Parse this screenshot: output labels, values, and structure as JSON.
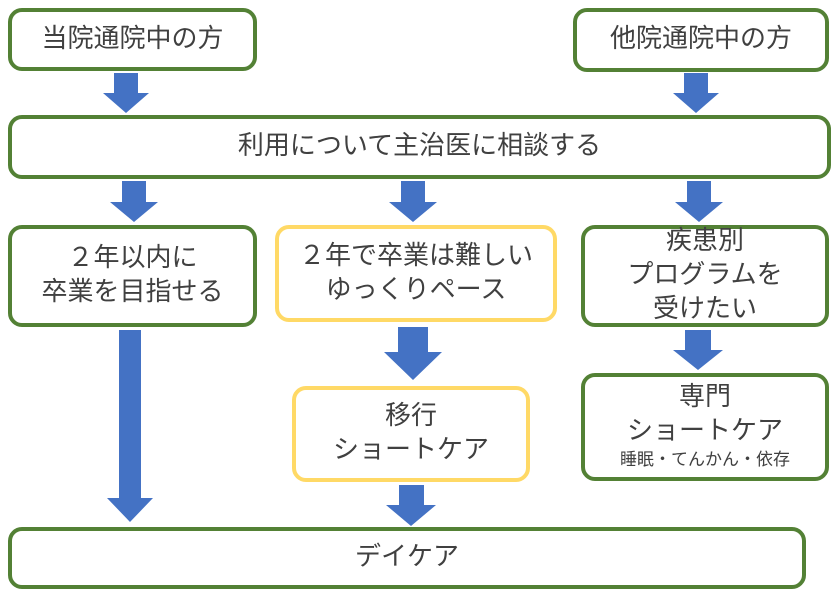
{
  "boxes": {
    "current_patient": "当院通院中の方",
    "other_patient": "他院通院中の方",
    "consult": "利用について主治医に相談する",
    "graduate_2y": [
      "２年以内に",
      "卒業を目指せる"
    ],
    "slow_pace": [
      "２年で卒業は難しい",
      "ゆっくりペース"
    ],
    "disease_program": [
      "疾患別",
      "プログラムを",
      "受けたい"
    ],
    "transition": [
      "移行",
      "ショートケア"
    ],
    "specialized": {
      "lines": [
        "専門",
        "ショートケア"
      ],
      "note": "睡眠・てんかん・依存"
    },
    "daycare": "デイケア"
  },
  "colors": {
    "green_border": "#538135",
    "yellow_border": "#ffd966",
    "arrow": "#4472c4",
    "text": "#404040"
  }
}
